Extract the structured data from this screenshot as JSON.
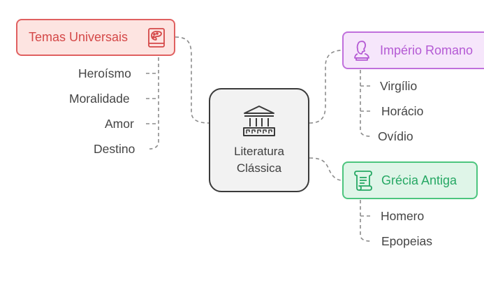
{
  "central": {
    "title_line1": "Literatura",
    "title_line2": "Clássica",
    "icon": "greek-temple-icon"
  },
  "branches": {
    "temas": {
      "label": "Temas Universais",
      "icon": "book-palette-icon",
      "color": "#e06060",
      "items": [
        "Heroísmo",
        "Moralidade",
        "Amor",
        "Destino"
      ]
    },
    "imperio": {
      "label": "Império Romano",
      "icon": "roman-bust-icon",
      "color": "#c070dc",
      "items": [
        "Virgílio",
        "Horácio",
        "Ovídio"
      ]
    },
    "grecia": {
      "label": "Grécia Antiga",
      "icon": "scroll-icon",
      "color": "#4cc57e",
      "items": [
        "Homero",
        "Epopeias"
      ]
    }
  },
  "connector_color": "#8c8c8c"
}
